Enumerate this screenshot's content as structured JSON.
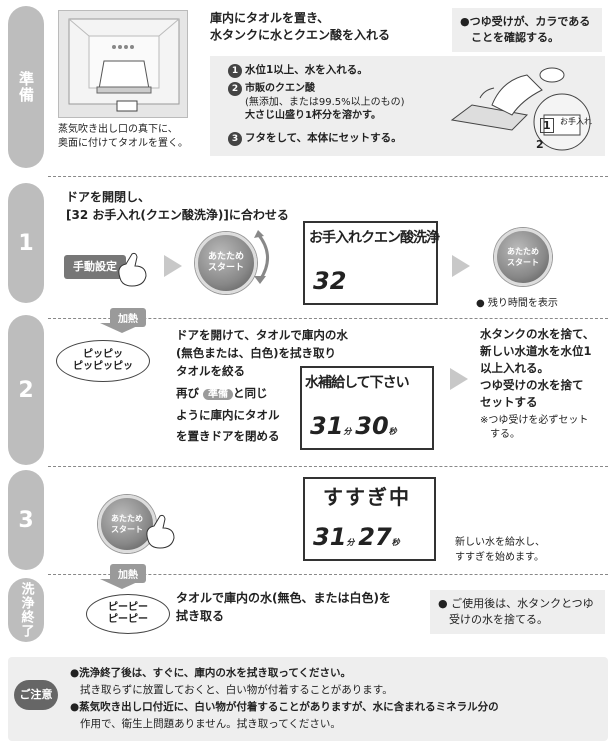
{
  "sections": {
    "prep": "準備",
    "s1": "1",
    "s2": "2",
    "s3": "3",
    "finish": "洗浄終了"
  },
  "prep": {
    "main_title": "庫内にタオルを置き、\n水タンクに水とクエン酸を入れる",
    "tray_note": "●つゆ受けが、カラである\n　ことを確認する。",
    "step1": "水位1以上、水を入れる。",
    "step2_title": "市販のクエン酸",
    "step2_detail": "(無添加、または99.5%以上のもの)",
    "step2_bold": "大さじ山盛り1杯分を溶かす。",
    "step3": "フタをして、本体にセットする。",
    "towel_note": "蒸気吹き出し口の真下に、\n奥面に付けてタオルを置く。",
    "label_otetsuire": "お手入れ",
    "num1": "1",
    "num2": "2",
    "num3": "3",
    "inset1": "1",
    "inset2": "2"
  },
  "step1": {
    "instruction": "ドアを開閉し、\n[32 お手入れ(クエン酸洗浄)]に合わせる",
    "manual_button": "手動設定",
    "start_button": "あたため\nスタート",
    "lcd_title": "お手入れクエン酸洗浄",
    "lcd_value": "32",
    "remaining_note": "● 残り時間を表示"
  },
  "heat_tag": "加熱",
  "step2": {
    "beep": "ピッピッ\nピッピッピッ",
    "instruction_l1": "ドアを開けて、タオルで庫内の水",
    "instruction_l2": "(無色または、白色)を拭き取り",
    "instruction_l3": "タオルを絞る",
    "again_pre": "再び",
    "again_badge": "準備",
    "again_post": "と同じ",
    "again_l2": "ように庫内にタオル",
    "again_l3": "を置きドアを閉める",
    "lcd_title": "水補給して下さい",
    "lcd_min": "31",
    "lcd_min_unit": "分",
    "lcd_sec": "30",
    "lcd_sec_unit": "秒",
    "right_l1": "水タンクの水を捨て、",
    "right_l2": "新しい水道水を水位1",
    "right_l3": "以上入れる。",
    "right_l4": "つゆ受けの水を捨て",
    "right_l5": "セットする",
    "right_note": "※つゆ受けを必ずセット\n　する。"
  },
  "step3": {
    "lcd_title": "すすぎ中",
    "lcd_min": "31",
    "lcd_min_unit": "分",
    "lcd_sec": "27",
    "lcd_sec_unit": "秒",
    "note": "新しい水を給水し、\nすすぎを始めます。"
  },
  "finish": {
    "beep": "ピーピー\nピーピー",
    "instruction": "タオルで庫内の水(無色、または白色)を\n拭き取る",
    "note": "● ご使用後は、水タンクとつゆ\n　受けの水を捨てる。"
  },
  "caution": {
    "badge": "ご注意",
    "l1": "●洗浄終了後は、すぐに、庫内の水を拭き取ってください。",
    "l2": "拭き取らずに放置しておくと、白い物が付着することがあります。",
    "l3": "●蒸気吹き出し口付近に、白い物が付着することがありますが、水に含まれるミネラル分の",
    "l4": "作用で、衛生上問題ありません。拭き取ってください。"
  }
}
